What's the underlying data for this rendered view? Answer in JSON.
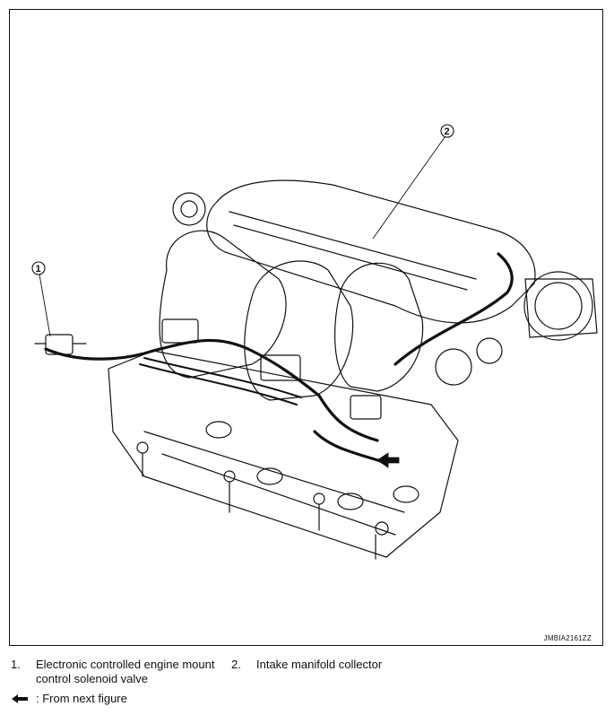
{
  "figure": {
    "code": "JMBIA2161ZZ",
    "callouts": [
      "1",
      "2"
    ]
  },
  "legend": {
    "items": [
      {
        "number": "1.",
        "text": "Electronic controlled engine mount control solenoid valve"
      },
      {
        "number": "2.",
        "text": "Intake manifold collector"
      }
    ],
    "arrow_text": ": From next figure"
  },
  "icons": {
    "flow_arrow": "left-arrow-icon"
  }
}
